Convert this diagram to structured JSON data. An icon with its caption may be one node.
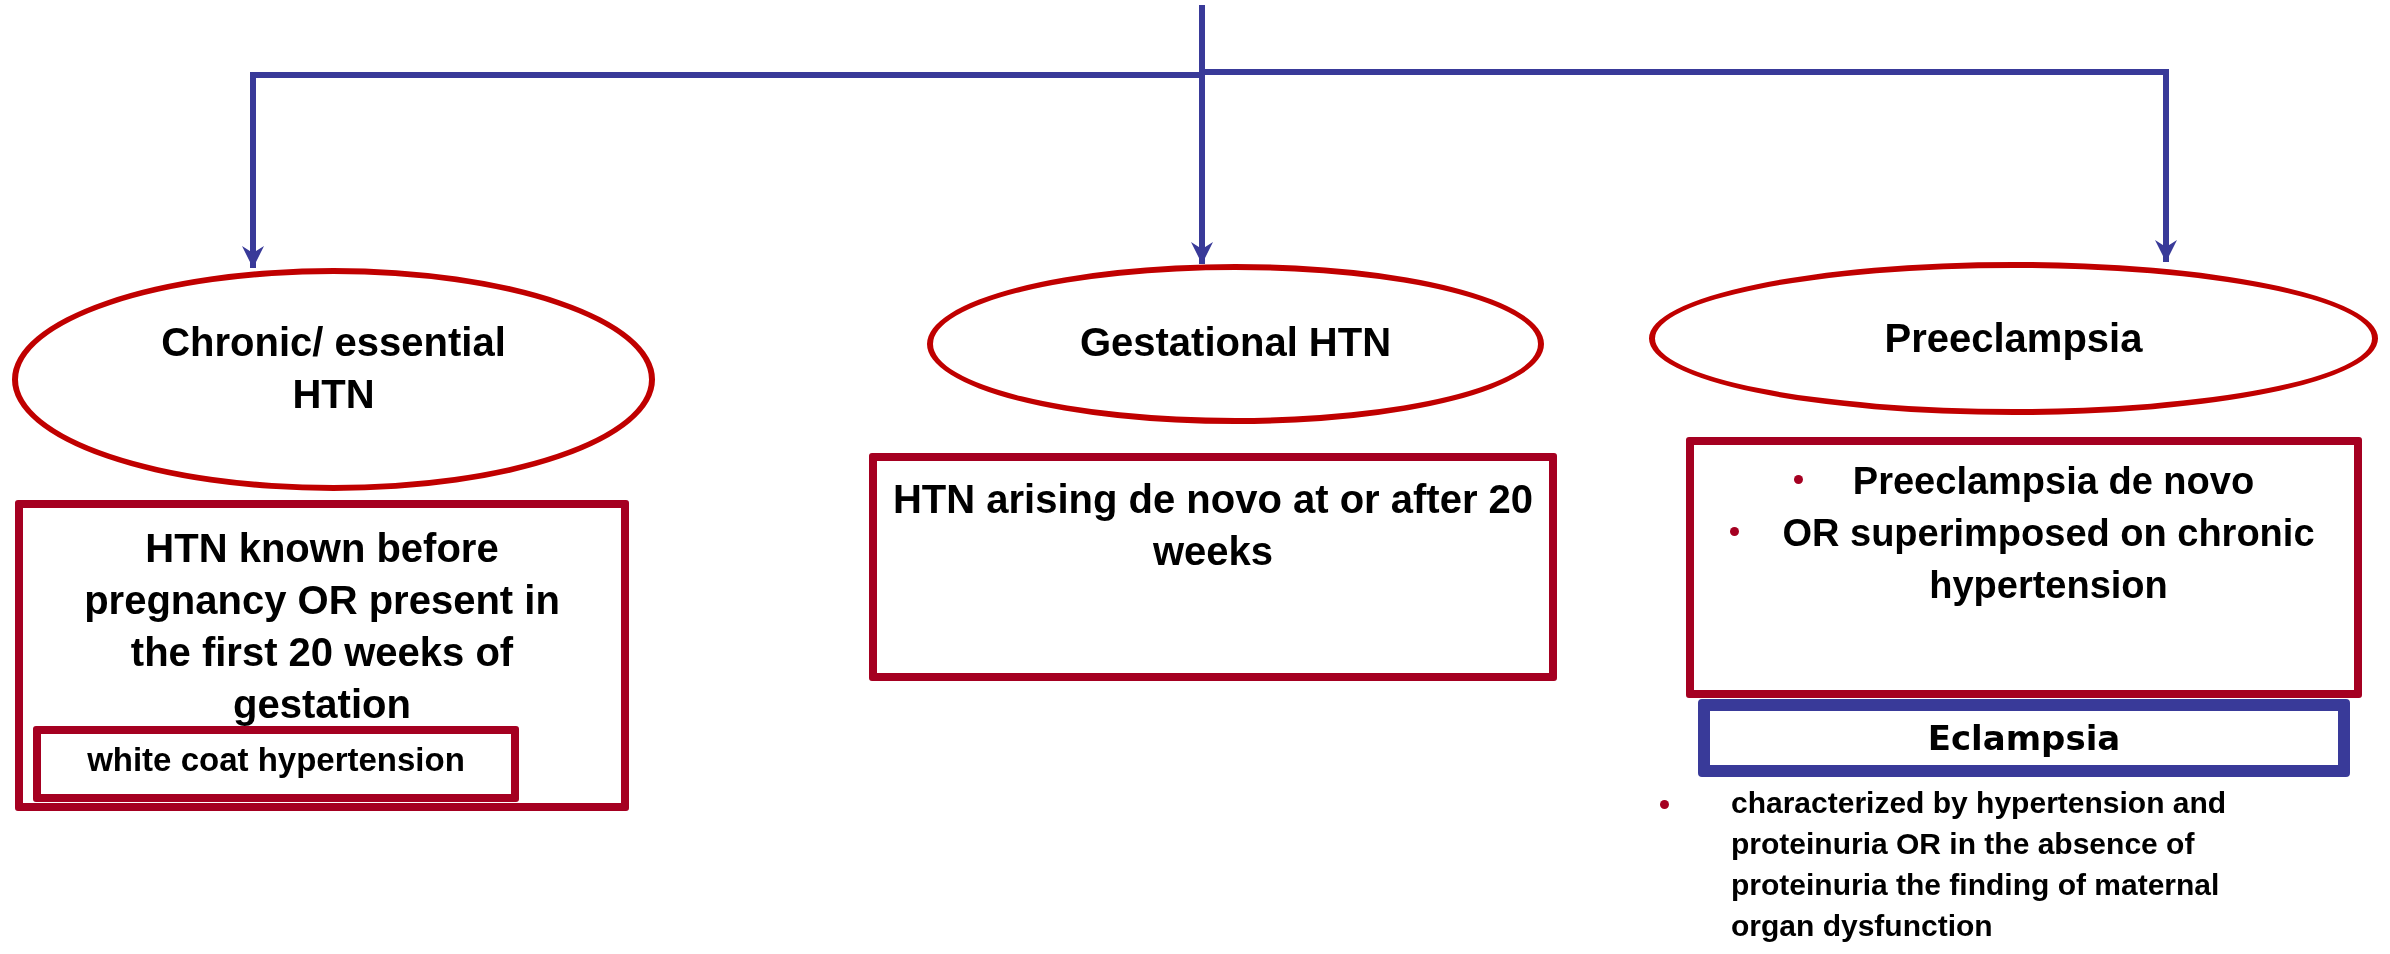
{
  "diagram": {
    "nodes": [
      {
        "text": [
          "Chronic/ essential HTN"
        ]
      },
      {
        "text": [
          "Gestational HTN"
        ]
      },
      {
        "text": [
          "Preeclampsia"
        ]
      },
      {
        "text": [
          "HTN known before pregnancy OR present in the first 20 weeks of gestation"
        ]
      },
      {
        "text": [
          "white coat hypertension"
        ],
        "in": 3
      },
      {
        "text": [
          "HTN arising de novo at or after 20 weeks"
        ]
      },
      {
        "text": [
          "Preeclampsia de novo",
          "OR superimposed on chronic hypertension"
        ]
      },
      {
        "text": [
          "Eclampsia"
        ],
        "beside": [
          "characterized by hypertension and proteinuria OR in the absence of proteinuria the finding of maternal organ dysfunction"
        ]
      }
    ],
    "edges": [
      {
        "from": null,
        "to": 0,
        "arrow": "to"
      },
      {
        "from": null,
        "to": 1,
        "arrow": "to"
      },
      {
        "from": null,
        "to": 2,
        "arrow": "to"
      }
    ]
  }
}
